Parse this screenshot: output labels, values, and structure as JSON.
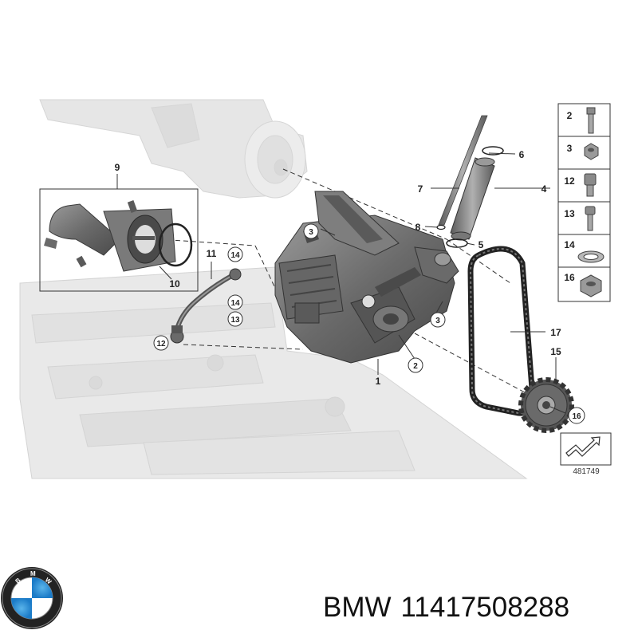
{
  "diagram": {
    "callouts": [
      {
        "id": "c1",
        "label": "1"
      },
      {
        "id": "c2a",
        "label": "2"
      },
      {
        "id": "c3a",
        "label": "3"
      },
      {
        "id": "c3b",
        "label": "3"
      },
      {
        "id": "c4",
        "label": "4"
      },
      {
        "id": "c5",
        "label": "5"
      },
      {
        "id": "c6",
        "label": "6"
      },
      {
        "id": "c7",
        "label": "7"
      },
      {
        "id": "c8",
        "label": "8"
      },
      {
        "id": "c9",
        "label": "9"
      },
      {
        "id": "c10",
        "label": "10"
      },
      {
        "id": "c11",
        "label": "11"
      },
      {
        "id": "c12a",
        "label": "12"
      },
      {
        "id": "c13a",
        "label": "13"
      },
      {
        "id": "c14a",
        "label": "14"
      },
      {
        "id": "c14b",
        "label": "14"
      },
      {
        "id": "c15",
        "label": "15"
      },
      {
        "id": "c16a",
        "label": "16"
      },
      {
        "id": "c17",
        "label": "17"
      }
    ],
    "legend": [
      {
        "label": "2",
        "icon": "bolt-icon"
      },
      {
        "label": "3",
        "icon": "nut-icon"
      },
      {
        "label": "12",
        "icon": "hex-bolt-icon"
      },
      {
        "label": "13",
        "icon": "short-bolt-icon"
      },
      {
        "label": "14",
        "icon": "washer-icon"
      },
      {
        "label": "16",
        "icon": "hex-nut-icon"
      }
    ],
    "reference_number": "481749"
  },
  "footer": {
    "brand": "BMW",
    "part_number": "11417508288"
  },
  "colors": {
    "ghost": "#e3e3e3",
    "part_dark": "#5a5a5a",
    "part_mid": "#8a8a8a",
    "part_light": "#b8b8b8",
    "line": "#333333"
  }
}
